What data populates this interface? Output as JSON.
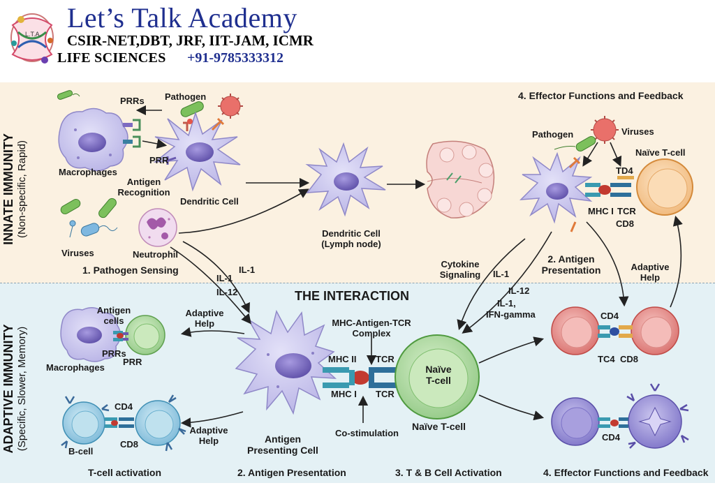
{
  "brand": {
    "title": "Let’s Talk Academy",
    "subtitle": "CSIR-NET,DBT, JRF, IIT-JAM, ICMR",
    "life": "LIFE SCIENCES",
    "phone": "+91-9785333312",
    "logo_text": "L.T.A."
  },
  "colors": {
    "innate_bg": "#fbf1e1",
    "adaptive_bg": "#e4f1f5",
    "dendritic": "#c4c0ec",
    "nucleus": "#7b6bc0",
    "tcell": "#f3c99a",
    "green_cell": "#b7dea8",
    "red_cell": "#e99a98",
    "bcell": "#9fcde3",
    "arrow": "#222222"
  },
  "innate": {
    "side_title": "INNATE IMMUNITY",
    "side_sub": "(Non-specific, Rapid)",
    "labels": {
      "prrs": "PRRs",
      "pathogen": "Pathogen",
      "macrophages": "Macrophages",
      "prr": "PRR",
      "antigen_recognition_1": "Antigen",
      "antigen_recognition_2": "Recognition",
      "dendritic_cell": "Dendritic Cell",
      "viruses": "Viruses",
      "neutrophil": "Neutrophil",
      "pathogen_sensing": "1. Pathogen Sensing",
      "dc_lymph_1": "Dendritic Cell",
      "dc_lymph_2": "(Lymph node)",
      "effector_title": "4. Effector Functions and Feedback",
      "pathogen_right": "Pathogen",
      "viruses_right": "Viruses",
      "naive_tcell": "Naïve T-cell",
      "td4": "TD4",
      "mhc1": "MHC I",
      "tcr": "TCR",
      "cd8": "CD8",
      "cytokine_1": "Cytokine",
      "cytokine_2": "Signaling",
      "ag_pres_1": "2. Antigen",
      "ag_pres_2": "Presentation",
      "adaptive_help_1": "Adaptive",
      "adaptive_help_2": "Help"
    }
  },
  "adaptive": {
    "side_title": "ADAPTIVE IMMUNITY",
    "side_sub": "(Specific, Slower, Memory)",
    "labels": {
      "il1_a": "IL-1",
      "il1_b": "IL-1",
      "il12_a": "IL-12",
      "interaction": "THE INTERACTION",
      "il1_c": "IL-1",
      "il12_b": "IL-12",
      "il1_d": "IL-1,",
      "ifn": "IFN-gamma",
      "antigen_cells_1": "Antigen",
      "antigen_cells_2": "cells",
      "prrs": "PRRs",
      "prr": "PRR",
      "macrophages": "Macrophages",
      "adaptive_help_1": "Adaptive",
      "adaptive_help_2": "Help",
      "mhc_tcr_1": "MHC-Antigen-TCR",
      "mhc_tcr_2": "Complex",
      "mhc2": "MHC II",
      "tcr_top": "TCR",
      "mhc1": "MHC I",
      "tcr_bottom": "TCR",
      "naive_1": "Naïve",
      "naive_2": "T-cell",
      "naive_below": "Naïve T-cell",
      "costim": "Co-stimulation",
      "apc_1": "Antigen",
      "apc_2": "Presenting Cell",
      "cd4_left": "CD4",
      "cd8_left": "CD8",
      "bcell": "B-cell",
      "adaptive_help_b1": "Adaptive",
      "adaptive_help_b2": "Help",
      "cd4_right_top": "CD4",
      "tc4": "TC4",
      "cd8_right": "CD8",
      "cd4_right_bottom": "CD4"
    },
    "steps": {
      "s1": "T-cell activation",
      "s2": "2. Antigen Presentation",
      "s3": "3. T & B Cell Activation",
      "s4": "4. Effector Functions and Feedback"
    }
  }
}
